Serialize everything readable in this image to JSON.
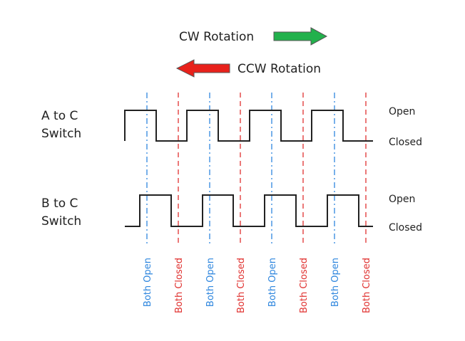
{
  "rotation": {
    "cw_label": "CW Rotation",
    "ccw_label": "CCW Rotation",
    "cw_color": "#22b14c",
    "ccw_color": "#e8211b"
  },
  "switch_a": {
    "line1": "A to C",
    "line2": "Switch",
    "open_label": "Open",
    "closed_label": "Closed"
  },
  "switch_b": {
    "line1": "B to C",
    "line2": "Switch",
    "open_label": "Open",
    "closed_label": "Closed"
  },
  "markers": {
    "open_label": "Both Open",
    "closed_label": "Both Closed",
    "open_color": "#2e86de",
    "closed_color": "#e0312f",
    "sequence": [
      "Both Open",
      "Both Closed",
      "Both Open",
      "Both Closed",
      "Both Open",
      "Both Closed",
      "Both Open",
      "Both Closed"
    ]
  },
  "waveform_color": "#222222"
}
